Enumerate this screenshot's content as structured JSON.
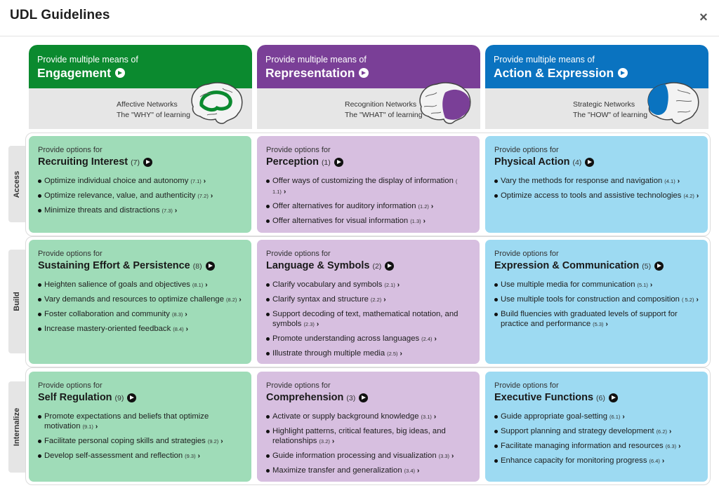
{
  "modal": {
    "title": "UDL Guidelines",
    "close": "×"
  },
  "columns": [
    {
      "pre": "Provide multiple means of",
      "principle": "Engagement",
      "network": "Affective Networks",
      "why": "The \"WHY\" of learning",
      "color": "#0b8a2f"
    },
    {
      "pre": "Provide multiple means of",
      "principle": "Representation",
      "network": "Recognition Networks",
      "why": "The \"WHAT\" of learning",
      "color": "#7a3f97"
    },
    {
      "pre": "Provide multiple means of",
      "principle": "Action & Expression",
      "network": "Strategic Networks",
      "why": "The \"HOW\" of learning",
      "color": "#0a73c0"
    }
  ],
  "rows": [
    "Access",
    "Build",
    "Internalize"
  ],
  "cards": {
    "recruiting": {
      "pre": "Provide options for",
      "title": "Recruiting Interest",
      "num": "(7)",
      "items": [
        {
          "text": "Optimize individual choice and autonomy",
          "code": "(7.1)"
        },
        {
          "text": "Optimize relevance, value, and authenticity",
          "code": "(7.2)"
        },
        {
          "text": "Minimize threats and distractions",
          "code": "(7.3)"
        }
      ]
    },
    "perception": {
      "pre": "Provide options for",
      "title": "Perception",
      "num": "(1)",
      "items": [
        {
          "text": "Offer ways of customizing the display of information",
          "code": "( 1.1)"
        },
        {
          "text": "Offer alternatives for auditory information",
          "code": "(1.2)"
        },
        {
          "text": "Offer alternatives for visual information",
          "code": "(1.3)"
        }
      ]
    },
    "physical": {
      "pre": "Provide options for",
      "title": "Physical Action",
      "num": "(4)",
      "items": [
        {
          "text": "Vary the methods for response and navigation",
          "code": "(4.1)"
        },
        {
          "text": "Optimize access to tools and assistive technologies",
          "code": "(4.2)"
        }
      ]
    },
    "sustaining": {
      "pre": "Provide options for",
      "title": "Sustaining Effort & Persistence",
      "num": "(8)",
      "items": [
        {
          "text": "Heighten salience of goals and objectives",
          "code": "(8.1)"
        },
        {
          "text": "Vary demands and resources to optimize challenge",
          "code": "(8.2)"
        },
        {
          "text": "Foster collaboration and community",
          "code": "(8.3)"
        },
        {
          "text": "Increase mastery-oriented feedback",
          "code": "(8.4)"
        }
      ]
    },
    "language": {
      "pre": "Provide options for",
      "title": "Language & Symbols",
      "num": "(2)",
      "items": [
        {
          "text": "Clarify vocabulary and symbols",
          "code": "(2.1)"
        },
        {
          "text": "Clarify syntax and structure",
          "code": "(2.2)"
        },
        {
          "text": "Support decoding of text, mathematical notation, and symbols",
          "code": "(2.3)"
        },
        {
          "text": "Promote understanding across languages",
          "code": "(2.4)"
        },
        {
          "text": "Illustrate through multiple media",
          "code": "(2.5)"
        }
      ]
    },
    "expression": {
      "pre": "Provide options for",
      "title": "Expression & Communication",
      "num": "(5)",
      "items": [
        {
          "text": "Use multiple media for communication",
          "code": "(5.1)"
        },
        {
          "text": "Use multiple tools for construction and composition",
          "code": "( 5.2)"
        },
        {
          "text": "Build fluencies with graduated levels of support for practice and performance",
          "code": "(5.3)"
        }
      ]
    },
    "selfreg": {
      "pre": "Provide options for",
      "title": "Self Regulation",
      "num": "(9)",
      "items": [
        {
          "text": "Promote expectations and beliefs that optimize motivation",
          "code": "(9.1)"
        },
        {
          "text": "Facilitate personal coping skills and strategies",
          "code": "(9.2)"
        },
        {
          "text": "Develop self-assessment and reflection",
          "code": "(9.3)"
        }
      ]
    },
    "comprehension": {
      "pre": "Provide options for",
      "title": "Comprehension",
      "num": "(3)",
      "items": [
        {
          "text": "Activate or supply background knowledge",
          "code": "(3.1)"
        },
        {
          "text": "Highlight patterns, critical features, big ideas, and relationships",
          "code": "(3.2)"
        },
        {
          "text": "Guide information processing and visualization",
          "code": "(3.3)"
        },
        {
          "text": "Maximize transfer and generalization",
          "code": "(3.4)"
        }
      ]
    },
    "executive": {
      "pre": "Provide options for",
      "title": "Executive Functions",
      "num": "(6)",
      "items": [
        {
          "text": "Guide appropriate goal-setting",
          "code": "(6.1)"
        },
        {
          "text": "Support planning and strategy development",
          "code": "(6.2)"
        },
        {
          "text": "Facilitate managing information and resources",
          "code": "(6.3)"
        },
        {
          "text": "Enhance capacity for monitoring progress",
          "code": "(6.4)"
        }
      ]
    }
  }
}
